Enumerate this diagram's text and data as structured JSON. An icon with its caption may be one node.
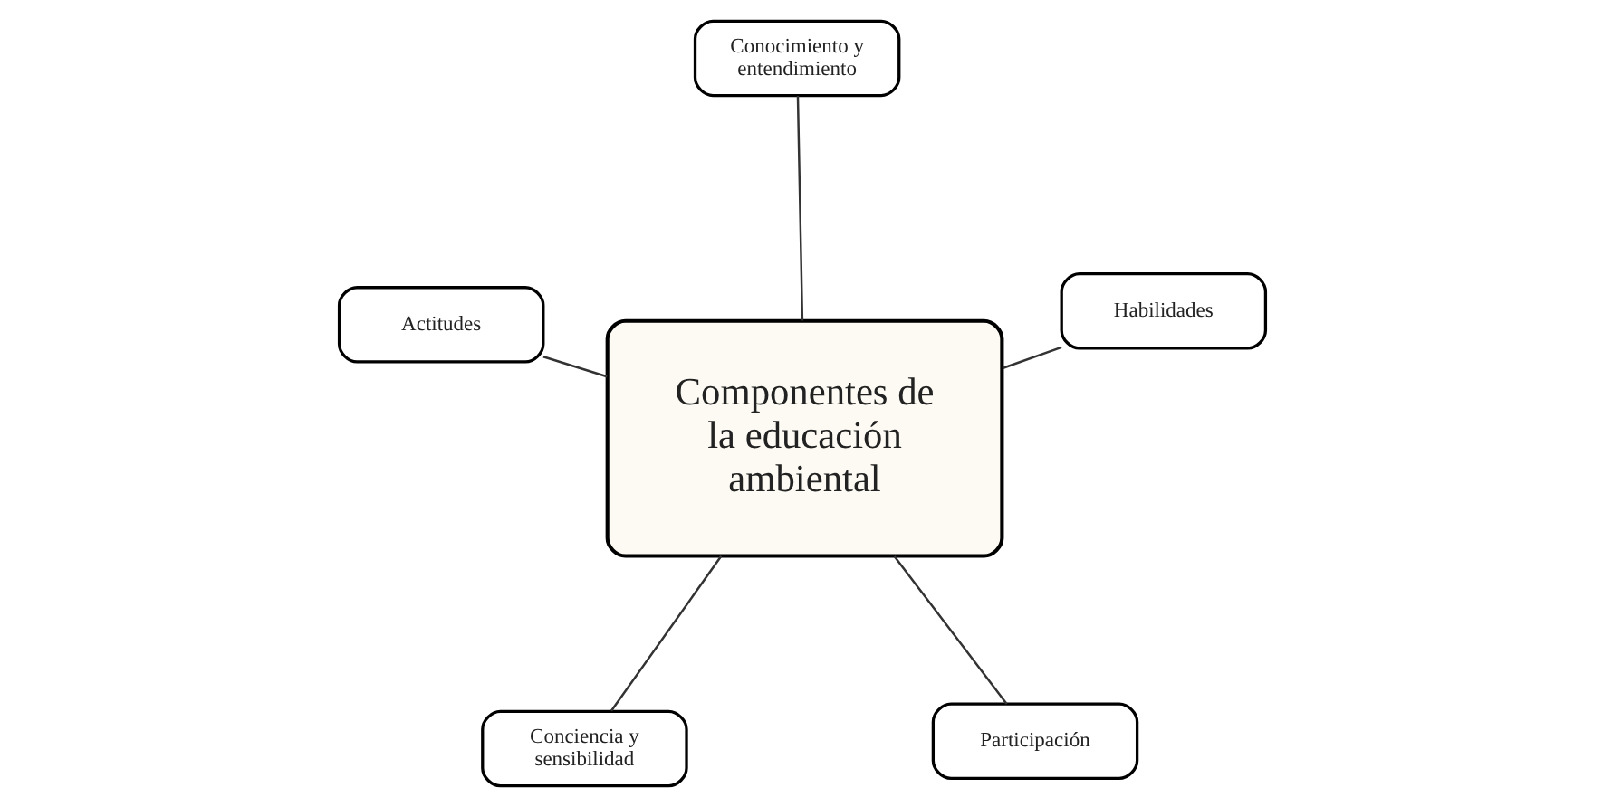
{
  "diagram": {
    "nodes": [
      {
        "text": [
          "Conciencia y sensibilidad"
        ]
      },
      {
        "text": [
          "Participación"
        ]
      },
      {
        "text": [
          "Componentes de la educación ambiental"
        ]
      },
      {
        "text": [
          "Conocimiento y entendimiento"
        ]
      },
      {
        "text": [
          "Habilidades"
        ]
      },
      {
        "text": [
          "Actitudes"
        ]
      }
    ],
    "edges": [
      {
        "from": 2,
        "to": 0,
        "arrow": "none"
      },
      {
        "from": 2,
        "to": 1,
        "arrow": "none"
      },
      {
        "from": 2,
        "to": 3,
        "arrow": "none"
      },
      {
        "from": 2,
        "to": 4,
        "arrow": "none"
      },
      {
        "from": 2,
        "to": 5,
        "arrow": "none"
      }
    ]
  }
}
